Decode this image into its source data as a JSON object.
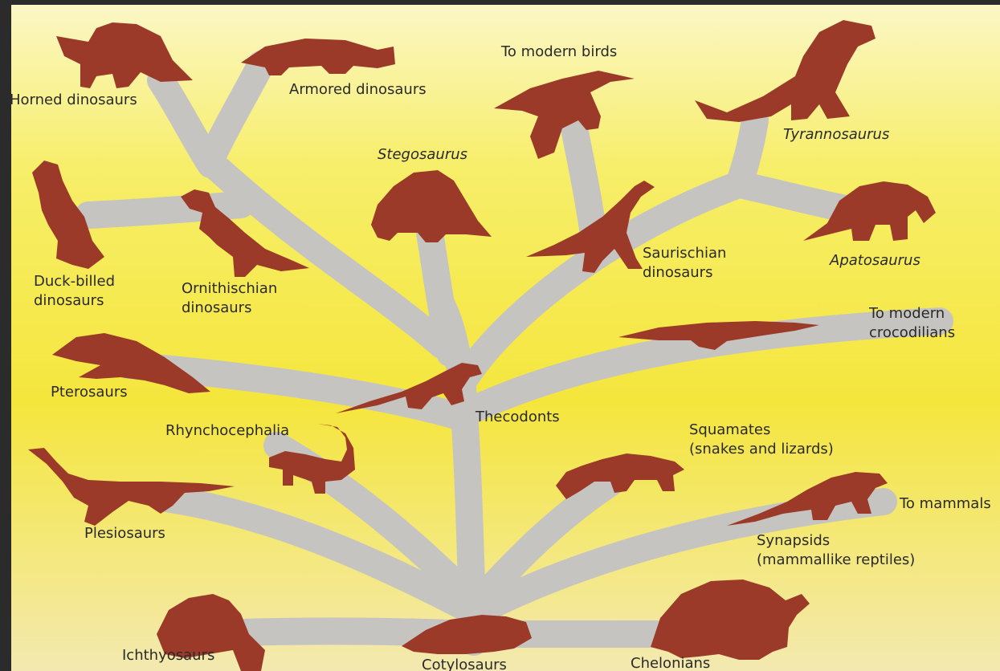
{
  "diagram": {
    "colors": {
      "background": "#f6ea47",
      "branch": "#c6c4c0",
      "silhouette": "#9b3a28",
      "text": "#2a2a2a"
    },
    "root": "Cotylosaurs",
    "labels": {
      "horned": "Horned dinosaurs",
      "armored": "Armored dinosaurs",
      "birds": "To modern birds",
      "stegosaurus": "Stegosaurus",
      "tyrannosaurus": "Tyrannosaurus",
      "duckbilled": "Duck-billed\ndinosaurs",
      "ornithischian": "Ornithischian\ndinosaurs",
      "saurischian": "Saurischian\ndinosaurs",
      "apatosaurus": "Apatosaurus",
      "crocodilians": "To modern\ncrocodilians",
      "pterosaurs": "Pterosaurs",
      "thecodonts": "Thecodonts",
      "rhynchocephalia": "Rhynchocephalia",
      "squamates": "Squamates\n(snakes and lizards)",
      "mammals": "To mammals",
      "plesiosaurs": "Plesiosaurs",
      "synapsids": "Synapsids\n(mammallike reptiles)",
      "ichthyosaurs": "Ichthyosaurs",
      "cotylosaurs": "Cotylosaurs",
      "chelonians": "Chelonians"
    }
  }
}
